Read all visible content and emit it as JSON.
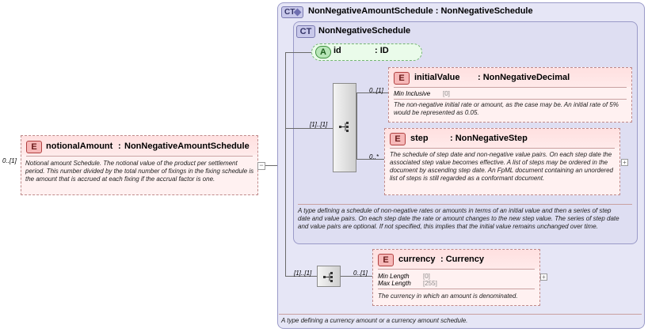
{
  "root": {
    "cardinality": "0..[1]",
    "name": "notionalAmount",
    "type_sep": ":",
    "type": "NonNegativeAmountSchedule",
    "doc": "Notional amount Schedule. The notional value of the product per settlement period. This number divided by the total number of fixings in the fixing schedule is the amount that is accrued at each fixing if the accrual factor is one."
  },
  "outer_type": {
    "title": "NonNegativeAmountSchedule : NonNegativeSchedule",
    "doc": "A type defining a currency amount or a currency amount schedule."
  },
  "inner_type": {
    "badge": "CT",
    "title": "NonNegativeSchedule",
    "doc": "A type defining a schedule of non-negative rates or amounts in terms of an initial value and then a series of step date and value pairs. On each step date the rate or amount changes to the new step value. The series of step date and value pairs are optional. If not specified, this implies that the initial value remains unchanged over time."
  },
  "attribute": {
    "badge": "A",
    "name": "id",
    "type": ": ID"
  },
  "sequence1": {
    "cardinality": "[1]..[1]"
  },
  "initialValue": {
    "badge": "E",
    "cardinality": "0..[1]",
    "name": "initialValue",
    "type": ": NonNegativeDecimal",
    "facet_label": "Min Inclusive",
    "facet_value": "[0]",
    "doc": "The non-negative initial rate or amount, as the case may be. An initial rate of 5% would be represented as 0.05."
  },
  "step": {
    "badge": "E",
    "cardinality": "0..*",
    "name": "step",
    "type": ": NonNegativeStep",
    "doc": "The schedule of step date and non-negative value pairs. On each step date the associated step value becomes effective. A list of steps may be ordered in the document by ascending step date. An FpML document containing an unordered list of steps is still regarded as a conformant document."
  },
  "sequence2": {
    "cardinality": "[1]..[1]"
  },
  "currency": {
    "badge": "E",
    "cardinality": "0..[1]",
    "name": "currency",
    "type": ": Currency",
    "facets": [
      {
        "label": "Min Length",
        "value": "[0]"
      },
      {
        "label": "Max Length",
        "value": "[255]"
      }
    ],
    "doc": "The currency in which an amount is denominated."
  },
  "icons": {
    "badge_ct_ext": "complex-type-extension-icon",
    "sequence": "sequence-compositor-icon",
    "expand": "plus-icon",
    "collapse": "minus-icon"
  },
  "colors": {
    "complex_type_bg": "#e6e6f6",
    "element_bg": "#fff1f1",
    "attribute_bg": "#eafbea"
  }
}
